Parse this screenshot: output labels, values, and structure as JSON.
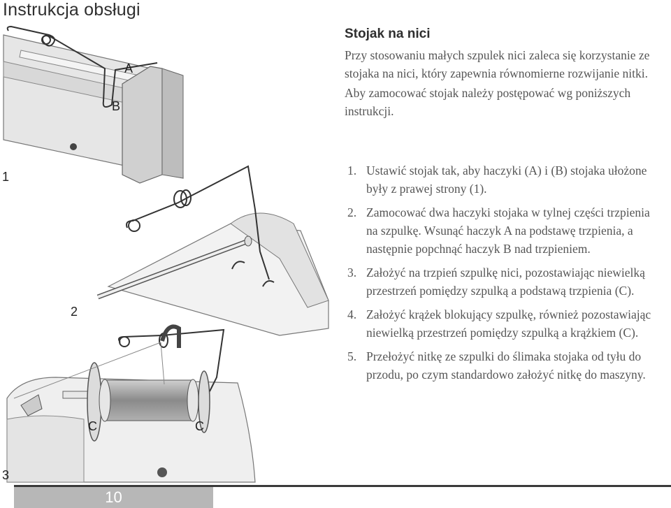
{
  "page_title": "Instrukcja obsługi",
  "figures": {
    "fig1_number": "1",
    "fig2_number": "2",
    "fig3_number": "3",
    "label_a": "A",
    "label_b": "B",
    "label_c1": "C",
    "label_c2": "C"
  },
  "section": {
    "heading": "Stojak na nici",
    "intro_1": "Przy stosowaniu małych szpulek nici zaleca się korzystanie ze stojaka na nici, który zapewnia równomierne rozwijanie nitki.",
    "intro_2": "Aby zamocować stojak należy postępować wg poniższych instrukcji."
  },
  "steps": [
    {
      "num": "1.",
      "text": "Ustawić stojak tak, aby haczyki (A) i (B) stojaka ułożone były z prawej strony (1)."
    },
    {
      "num": "2.",
      "text": "Zamocować dwa haczyki stojaka w tylnej części trzpienia na szpulkę. Wsunąć haczyk A na podstawę trzpienia, a następnie popchnąć haczyk B nad trzpieniem."
    },
    {
      "num": "3.",
      "text": "Założyć na trzpień szpulkę nici, pozostawiając niewielką przestrzeń pomiędzy szpulką a podstawą trzpienia (C)."
    },
    {
      "num": "4.",
      "text": "Założyć krążek blokujący szpulkę, również pozostawiając niewielką przestrzeń pomiędzy szpulką a krążkiem (C)."
    },
    {
      "num": "5.",
      "text": "Przełożyć nitkę ze szpulki do ślimaka stojaka od tyłu do przodu, po czym standardowo założyć nitkę do maszyny."
    }
  ],
  "footer": {
    "page_number": "10"
  }
}
